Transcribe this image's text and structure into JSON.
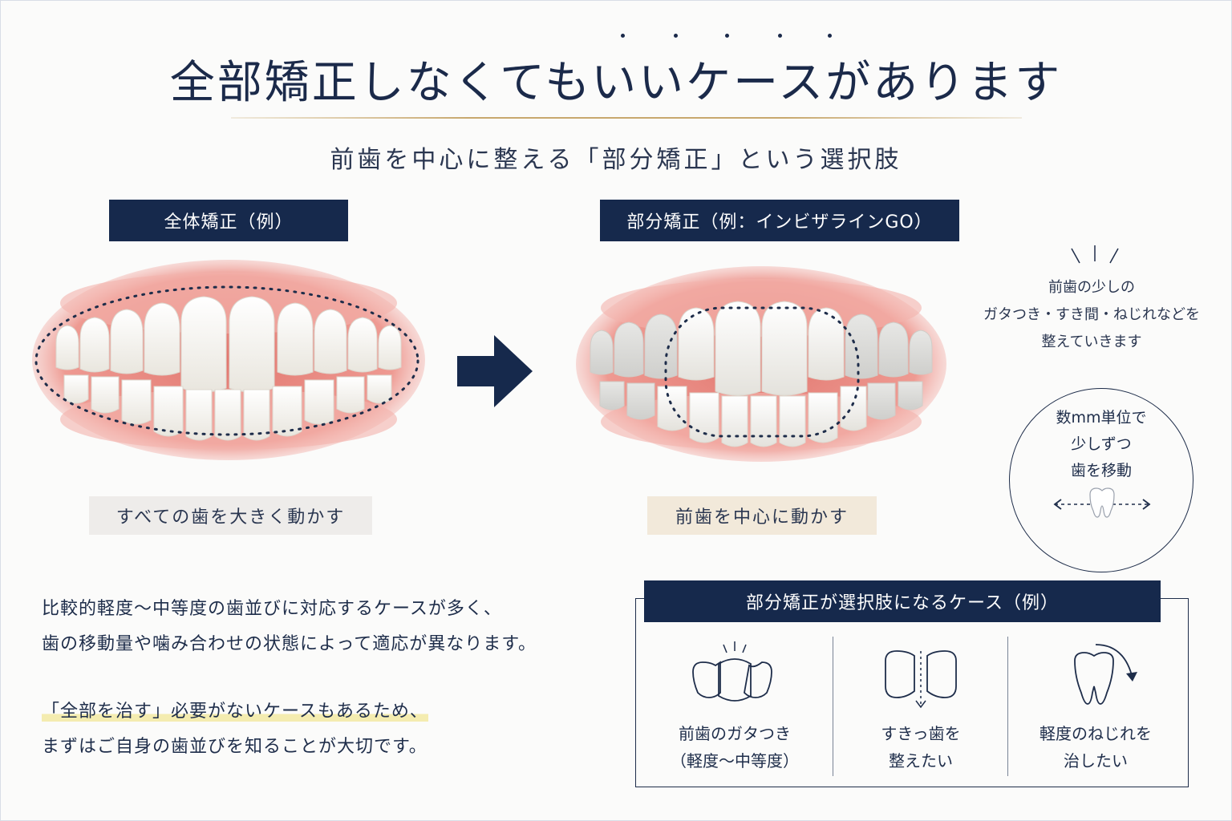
{
  "title": "全部矯正しなくてもいいケースがあります",
  "subtitle": "前歯を中心に整える「部分矯正」という選択肢",
  "left_panel": {
    "label": "全体矯正（例）",
    "caption": "すべての歯を大きく動かす"
  },
  "right_panel": {
    "label": "部分矯正（例：インビザラインGO）",
    "caption": "前歯を中心に動かす"
  },
  "side_note": {
    "lines": [
      "前歯の少しの",
      "ガタつき・すき間・ねじれなどを",
      "整えていきます"
    ]
  },
  "circle_note": {
    "lines": [
      "数mm単位で",
      "少しずつ",
      "歯を移動"
    ]
  },
  "body": {
    "para1": [
      "比較的軽度〜中等度の歯並びに対応するケースが多く、",
      "歯の移動量や噛み合わせの状態によって適応が異なります。"
    ],
    "para2_highlight": "「全部を治す」必要がないケースもあるため、",
    "para2_line2": "まずはご自身の歯並びを知ることが大切です。"
  },
  "cases": {
    "header": "部分矯正が選択肢になるケース（例）",
    "items": [
      {
        "line1": "前歯のガタつき",
        "line2": "（軽度〜中等度）",
        "icon": "crowded-teeth-icon"
      },
      {
        "line1": "すきっ歯を",
        "line2": "整えたい",
        "icon": "gap-teeth-icon"
      },
      {
        "line1": "軽度のねじれを",
        "line2": "治したい",
        "icon": "rotated-tooth-icon"
      }
    ]
  },
  "colors": {
    "navy": "#16294c",
    "gold": "#c8a86e",
    "gum": "#e8857f",
    "caption_left_bg": "#eeecea",
    "caption_right_bg": "#f2e9da",
    "highlight": "#f4ecb0"
  }
}
